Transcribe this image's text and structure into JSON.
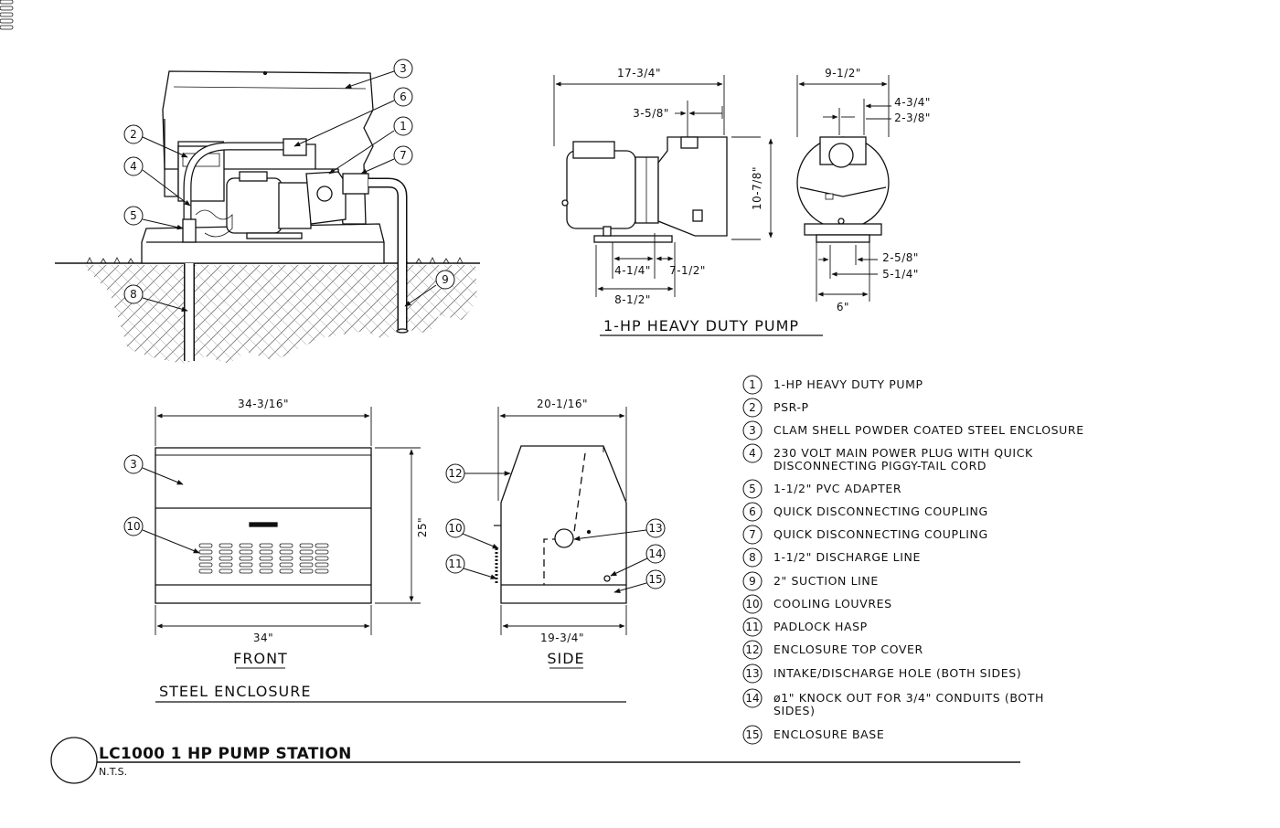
{
  "title": {
    "main": "LC1000 1 HP PUMP STATION",
    "scale": "N.T.S."
  },
  "pump_view": {
    "title": "1-HP HEAVY DUTY PUMP",
    "dims": {
      "len_total": "17-3/4\"",
      "inlet_offset": "3-5/8\"",
      "height": "10-7/8\"",
      "base_a": "4-1/4\"",
      "base_b": "7-1/2\"",
      "base_len": "8-1/2\"",
      "width": "9-1/2\"",
      "top_a": "4-3/4\"",
      "top_b": "2-3/8\"",
      "foot_a": "2-5/8\"",
      "foot_b": "5-1/4\"",
      "foot_w": "6\""
    }
  },
  "enclosure_view": {
    "title": "STEEL ENCLOSURE",
    "front_label": "FRONT",
    "side_label": "SIDE",
    "dims": {
      "front_top": "34-3/16\"",
      "front_bottom": "34\"",
      "height": "25\"",
      "side_top": "20-1/16\"",
      "side_bottom": "19-3/4\""
    }
  },
  "callouts": {
    "c1": "1",
    "c2": "2",
    "c3": "3",
    "c4": "4",
    "c5": "5",
    "c6": "6",
    "c7": "7",
    "c8": "8",
    "c9": "9",
    "c10": "10",
    "c11": "11",
    "c12": "12",
    "c13": "13",
    "c14": "14",
    "c15": "15"
  },
  "legend": [
    {
      "num": "1",
      "lines": [
        "1-HP HEAVY DUTY PUMP"
      ]
    },
    {
      "num": "2",
      "lines": [
        "PSR-P"
      ]
    },
    {
      "num": "3",
      "lines": [
        "CLAM SHELL POWDER COATED STEEL ENCLOSURE"
      ]
    },
    {
      "num": "4",
      "lines": [
        "230 VOLT MAIN POWER PLUG WITH QUICK",
        "DISCONNECTING PIGGY-TAIL CORD"
      ]
    },
    {
      "num": "5",
      "lines": [
        "1-1/2\" PVC ADAPTER"
      ]
    },
    {
      "num": "6",
      "lines": [
        "QUICK DISCONNECTING COUPLING"
      ]
    },
    {
      "num": "7",
      "lines": [
        "QUICK DISCONNECTING COUPLING"
      ]
    },
    {
      "num": "8",
      "lines": [
        "1-1/2\" DISCHARGE LINE"
      ]
    },
    {
      "num": "9",
      "lines": [
        "2\" SUCTION LINE"
      ]
    },
    {
      "num": "10",
      "lines": [
        "COOLING LOUVRES"
      ]
    },
    {
      "num": "11",
      "lines": [
        "PADLOCK HASP"
      ]
    },
    {
      "num": "12",
      "lines": [
        "ENCLOSURE TOP COVER"
      ]
    },
    {
      "num": "13",
      "lines": [
        "INTAKE/DISCHARGE HOLE (BOTH SIDES)"
      ]
    },
    {
      "num": "14",
      "lines": [
        "ø1\" KNOCK OUT FOR 3/4\" CONDUITS (BOTH",
        "SIDES)"
      ]
    },
    {
      "num": "15",
      "lines": [
        "ENCLOSURE BASE"
      ]
    }
  ]
}
